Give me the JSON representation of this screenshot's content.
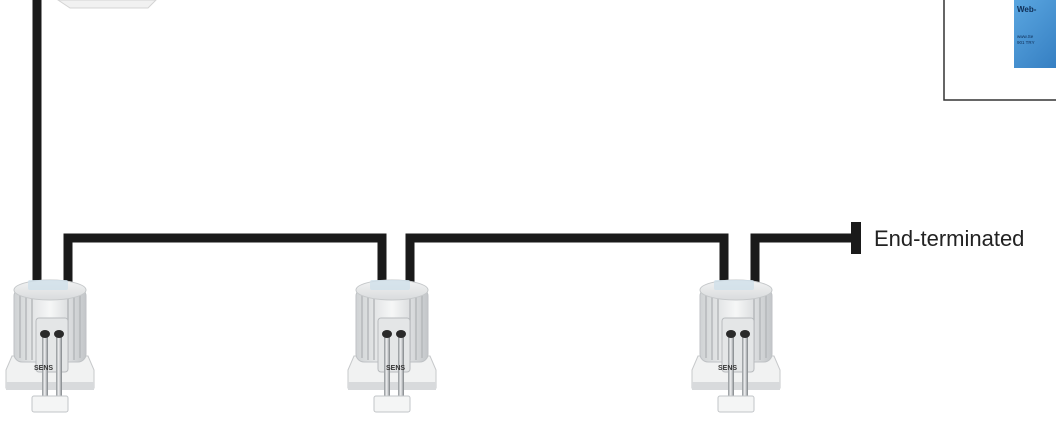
{
  "diagram": {
    "end_label": "End-terminated",
    "sensor_brand_text": "SENS",
    "gateway_label_lines": [
      "Web-",
      "www.Se",
      "901 TRY"
    ],
    "sensor_count": 3,
    "colors": {
      "cable": "#1a1a1a",
      "sensor_body": "#e9eaea",
      "sensor_shadow": "#b9bcbf",
      "gateway_label": "#3e8fd0",
      "pipe": "#c7cbcf"
    }
  }
}
